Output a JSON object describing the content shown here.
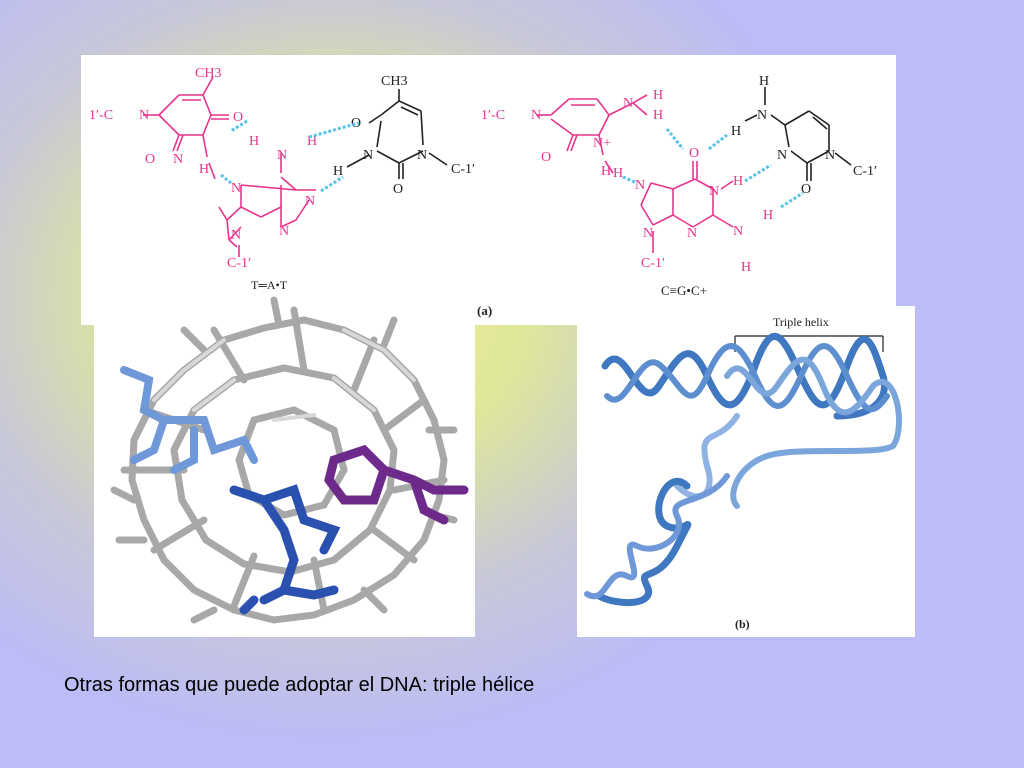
{
  "slide": {
    "caption": "Otras formas que puede adoptar el DNA: triple hélice"
  },
  "panel_a": {
    "part_label": "(a)",
    "left_triplet": {
      "label": "T═A•T",
      "atoms": {
        "ch3_left": "CH3",
        "ch3_right": "CH3",
        "c1_left": "1′-C",
        "c1_bottom": "C-1′",
        "c1_right": "C-1′"
      }
    },
    "right_triplet": {
      "label": "C≡G•C+",
      "atoms": {
        "c1_left": "1′-C",
        "c1_bottom": "C-1′",
        "c1_right": "C-1′",
        "n_plus": "N+"
      }
    }
  },
  "panel_b": {
    "part_label": "(b)",
    "annotation": "Triple helix"
  },
  "colors": {
    "pink_strand": "#e8348c",
    "black_strand": "#222222",
    "hbond": "#56c3e8",
    "helix_blue": "#3f78c0",
    "light_blue": "#6f98d8",
    "dark_blue": "#2a50b0",
    "purple": "#6e2a8a",
    "grey": "#b8b8b8"
  }
}
